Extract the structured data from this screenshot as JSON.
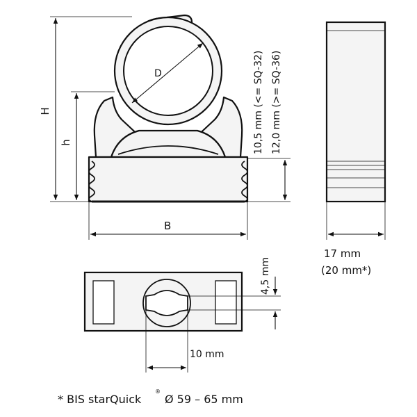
{
  "labels": {
    "height_total": "H",
    "height_base": "h",
    "diameter": "D",
    "width": "B",
    "offset_small": "10,5 mm (<= SQ-32)",
    "offset_large": "12,0 mm (>= SQ-36)",
    "depth_std": "17 mm",
    "depth_alt": "(20 mm*)",
    "hole_offset": "4,5 mm",
    "hole_spacing": "10 mm"
  },
  "footnote": {
    "prefix": "* BIS starQuick",
    "registered": "®",
    "suffix": "Ø 59 – 65 mm"
  }
}
